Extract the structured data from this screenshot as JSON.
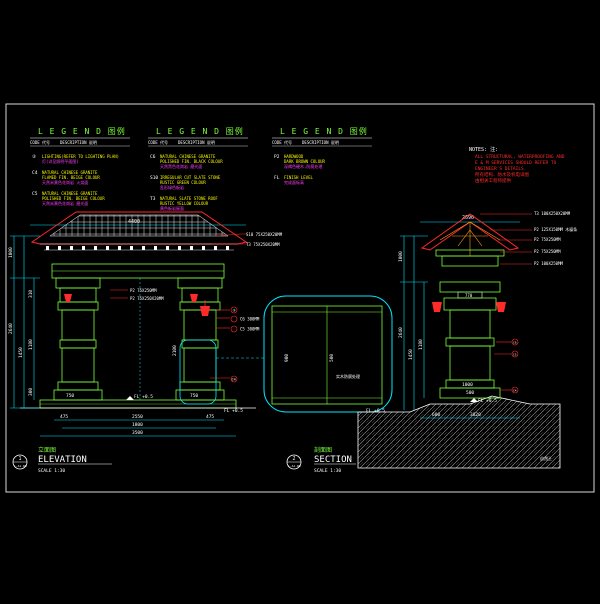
{
  "colors": {
    "background": "#000000",
    "frame": "#d8d8d8",
    "cyan": "#00e5ff",
    "green": "#7cff3a",
    "yellow": "#f4f400",
    "red": "#ff2a2a",
    "magenta": "#ff40ff",
    "white": "#ffffff",
    "orange": "#ff9a1a"
  },
  "legend_columns": [
    {
      "title": "L E G E N D  图例",
      "code_header": "CODE 代号",
      "desc_header": "DESCRIPTION  说明",
      "entries": [
        {
          "code": "③",
          "lines": [
            "LIGHTING(REFER TO LIGHTING PLAN)",
            "灯(详见照明平面图)"
          ]
        },
        {
          "code": "C4",
          "lines": [
            "NATURAL CHINESE GRANITE",
            "FLAMED FIN. BEIGE COLOUR",
            "天然米黄色花岗岩 火烧面"
          ]
        },
        {
          "code": "C5",
          "lines": [
            "NATURAL CHINESE GRANITE",
            "POLISHED FIN. BEIGE COLOUR",
            "天然米黄色花岗岩 磨光面"
          ]
        }
      ]
    },
    {
      "title": "L E G E N D  图例",
      "code_header": "CODE 代号",
      "desc_header": "DESCRIPTION  说明",
      "entries": [
        {
          "code": "C6",
          "lines": [
            "NATURAL CHINESE GRANITE",
            "POLISHED FIN. BLACK COLOUR",
            "天然黑色花岗岩 磨光面"
          ]
        },
        {
          "code": "S10",
          "lines": [
            "IRREGULAR CUT SLATE STONE",
            "RUSTIC GREEN COLOUR",
            "乱形绿色板岩"
          ]
        },
        {
          "code": "T3",
          "lines": [
            "NATURAL SLATE STONE ROOF",
            "RUSTIC YELLOW COLOUR",
            "黄色板岩屋面"
          ]
        }
      ]
    },
    {
      "title": "L E G E N D  图例",
      "code_header": "CODE 代号",
      "desc_header": "DESCRIPTION  说明",
      "entries": [
        {
          "code": "P2",
          "lines": [
            "HARDWOOD",
            "DARK BROWN COLOUR",
            "深褐色硬木,防腐处理"
          ]
        },
        {
          "code": "FL",
          "lines": [
            "FINISH LEVEL",
            "完成面标高"
          ]
        }
      ]
    }
  ],
  "notes": {
    "title": "NOTES: 注:",
    "lines": [
      "ALL STRUCTURAL, WATERPROOFING AND",
      "E & M SERVICES SHOULD REFER TO",
      "ENGINEER'S DETAILS.",
      "所有结构、防水及机电详图",
      "由相关工程师提供"
    ]
  },
  "elevation": {
    "overall_width": "4400",
    "roof_labels": [
      "S10 75X250X20MM",
      "T3 75X250X20MM"
    ],
    "beam_labels": [
      "P2 75X250MM",
      "P2 75X250X20MM"
    ],
    "column_labels": [
      "③",
      "C6 300MM",
      "C5 300MM",
      "C4"
    ],
    "height_dims": [
      "1000",
      "2640",
      "1450",
      "1180",
      "310",
      "300"
    ],
    "base_dims": [
      "750",
      "750"
    ],
    "center_height": "2100",
    "fl_left": "FL +0.5",
    "fl_right": "FL +0.5",
    "bottom_dims": [
      "475",
      "2550",
      "475",
      "1800",
      "3500"
    ],
    "title_cn": "立面图",
    "title_en": "ELEVATION",
    "scale": "SCALE    1:30",
    "marker_num": "1",
    "marker_ref": "L-A1-00"
  },
  "detail": {
    "dim_v": "500",
    "dim_h": "900",
    "note": "实木防腐处理"
  },
  "section": {
    "overall_width": "2690",
    "right_labels": [
      "T3 100X250X20MM",
      "P2 125X150MM 木檩条",
      "P2 75X250MM",
      "P2 75X250MM",
      "P2 100X250MM"
    ],
    "ridge_dim": "770",
    "column_labels": [
      "C6",
      "C5",
      "C4"
    ],
    "height_dims": [
      "1000",
      "2640",
      "1450",
      "1180"
    ],
    "base_dims": [
      "1000",
      "500"
    ],
    "fl_left": "FL +0.5",
    "fl_right": "FL +0.5",
    "bottom_dims": [
      "600",
      "3820"
    ],
    "grade_note": "自然土",
    "title_cn": "剖面图",
    "title_en": "SECTION",
    "scale": "SCALE    1:30",
    "marker_num": "2",
    "marker_ref": "L-A1-00"
  }
}
